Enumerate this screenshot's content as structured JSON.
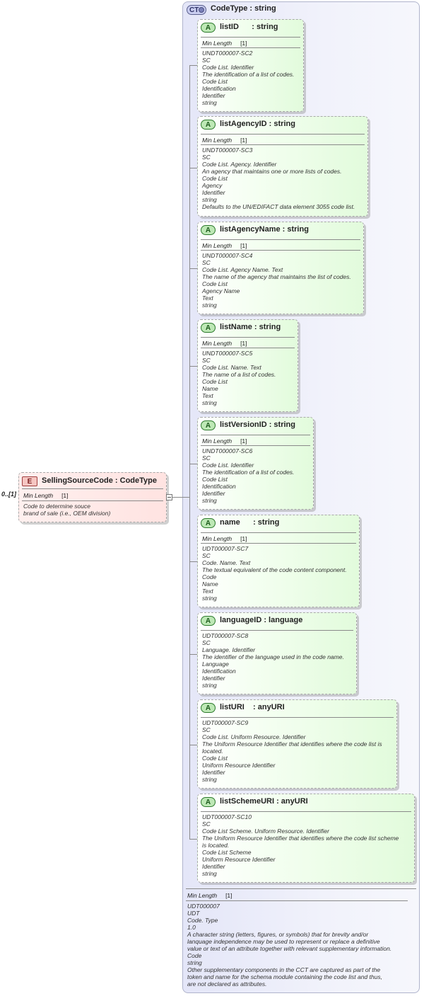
{
  "complex_type": {
    "badge": "CT",
    "title": "CodeType : string"
  },
  "element": {
    "badge": "E",
    "name": "SellingSourceCode : CodeType",
    "cardinality": "0..[1]",
    "facet_label": "Min Length",
    "facet_value": "[1]",
    "doc": [
      "Code to determine souce",
      "brand of sale (i.e., OEM division)"
    ]
  },
  "attributes": [
    {
      "badge": "A",
      "name": "listID      : string",
      "facet_label": "Min Length",
      "facet_value": "[1]",
      "doc": [
        "UNDT000007-SC2",
        "SC",
        "Code List. Identifier",
        "The identification of a list of codes.",
        "Code List",
        "Identification",
        "Identifier",
        "string"
      ]
    },
    {
      "badge": "A",
      "name": "listAgencyID : string",
      "facet_label": "Min Length",
      "facet_value": "[1]",
      "doc": [
        "UNDT000007-SC3",
        "SC",
        "Code List. Agency. Identifier",
        "An agency that maintains one or more lists of codes.",
        "Code List",
        "Agency",
        "Identifier",
        "string",
        "Defaults to the UN/EDIFACT data element 3055 code list."
      ]
    },
    {
      "badge": "A",
      "name": "listAgencyName : string",
      "facet_label": "Min Length",
      "facet_value": "[1]",
      "doc": [
        "UNDT000007-SC4",
        "SC",
        "Code List. Agency Name. Text",
        "The name of the agency that maintains the list of codes.",
        "Code List",
        "Agency Name",
        "Text",
        "string"
      ]
    },
    {
      "badge": "A",
      "name": "listName : string",
      "facet_label": "Min Length",
      "facet_value": "[1]",
      "doc": [
        "UNDT000007-SC5",
        "SC",
        "Code List. Name. Text",
        "The name of a list of codes.",
        "Code List",
        "Name",
        "Text",
        "string"
      ]
    },
    {
      "badge": "A",
      "name": "listVersionID : string",
      "facet_label": "Min Length",
      "facet_value": "[1]",
      "doc": [
        "UNDT000007-SC6",
        "SC",
        "Code List. Identifier",
        "The identification of a list of codes.",
        "Code List",
        "Identification",
        "Identifier",
        "string"
      ]
    },
    {
      "badge": "A",
      "name": "name      : string",
      "facet_label": "Min Length",
      "facet_value": "[1]",
      "doc": [
        "UDT000007-SC7",
        "SC",
        "Code. Name. Text",
        "The textual equivalent of the code content component.",
        "Code",
        "Name",
        "Text",
        "string"
      ]
    },
    {
      "badge": "A",
      "name": "languageID : language",
      "facet_label": "",
      "facet_value": "",
      "doc": [
        "UDT000007-SC8",
        "SC",
        "Language. Identifier",
        "The identifier of the language used in the code name.",
        "Language",
        "Identification",
        "Identifier",
        "string"
      ]
    },
    {
      "badge": "A",
      "name": "listURI    : anyURI",
      "facet_label": "",
      "facet_value": "",
      "doc": [
        "UDT000007-SC9",
        "SC",
        "Code List. Uniform Resource. Identifier",
        "The Uniform Resource Identifier that identifies where the code list is",
        "located.",
        "Code List",
        "Uniform Resource Identifier",
        "Identifier",
        "string"
      ]
    },
    {
      "badge": "A",
      "name": "listSchemeURI : anyURI",
      "facet_label": "",
      "facet_value": "",
      "doc": [
        "UDT000007-SC10",
        "SC",
        "Code List Scheme. Uniform Resource. Identifier",
        "The Uniform Resource Identifier that identifies where the code list scheme",
        "is located.",
        "Code List Scheme",
        "Uniform Resource Identifier",
        "Identifier",
        "string"
      ]
    }
  ],
  "type_facets": {
    "facet_label": "Min Length",
    "facet_value": "[1]",
    "doc": [
      "UDT000007",
      "UDT",
      "Code. Type",
      "1.0",
      "A character string (letters, figures, or symbols) that for brevity and/or",
      "lanquage independence may be used to represent or replace a definitive",
      "value or text of an attribute together with relevant supplementary information.",
      "Code",
      "string",
      "Other supplementary components in the CCT are captured as part of the",
      "token and name for the schema module containing the code list and thus,",
      "are not declared as attributes."
    ]
  }
}
